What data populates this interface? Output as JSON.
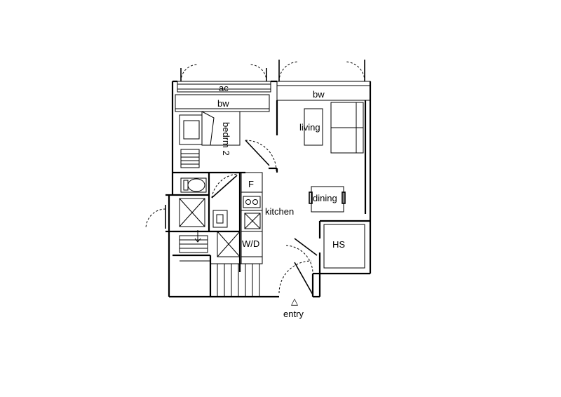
{
  "rooms": {
    "ac": "ac",
    "bw_bedroom": "bw",
    "bw_living": "bw",
    "bedroom": "bedrm 2",
    "living": "living",
    "fridge": "F",
    "dining": "dining",
    "kitchen": "kitchen",
    "washer_dryer": "W/D",
    "hot_storage": "HS",
    "entry": "entry"
  },
  "entry_marker": "△"
}
